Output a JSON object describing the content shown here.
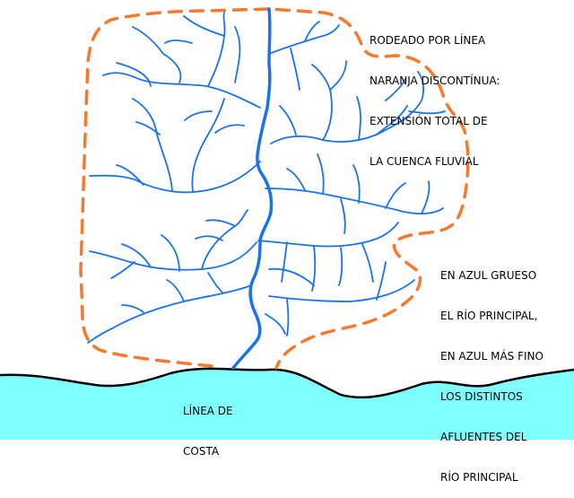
{
  "labels": {
    "basin_caption": [
      "RODEADO POR LÍNEA",
      "NARANJA DISCONTÍNUA:",
      "EXTENSIÓN TOTAL DE",
      "LA CUENCA FLUVIAL"
    ],
    "river_caption": [
      "EN AZUL GRUESO",
      "EL RÍO PRINCIPAL,",
      "EN AZUL MÁS FINO",
      "LOS DISTINTOS",
      "AFLUENTES DEL",
      "RÍO PRINCIPAL"
    ],
    "coast_caption": [
      "LÍNEA DE",
      "COSTA"
    ]
  },
  "colors": {
    "basin_boundary": "#f47a30",
    "river": "#1a73e8",
    "sea": "#80ffff",
    "coastline": "#000000",
    "text": "#000000"
  }
}
